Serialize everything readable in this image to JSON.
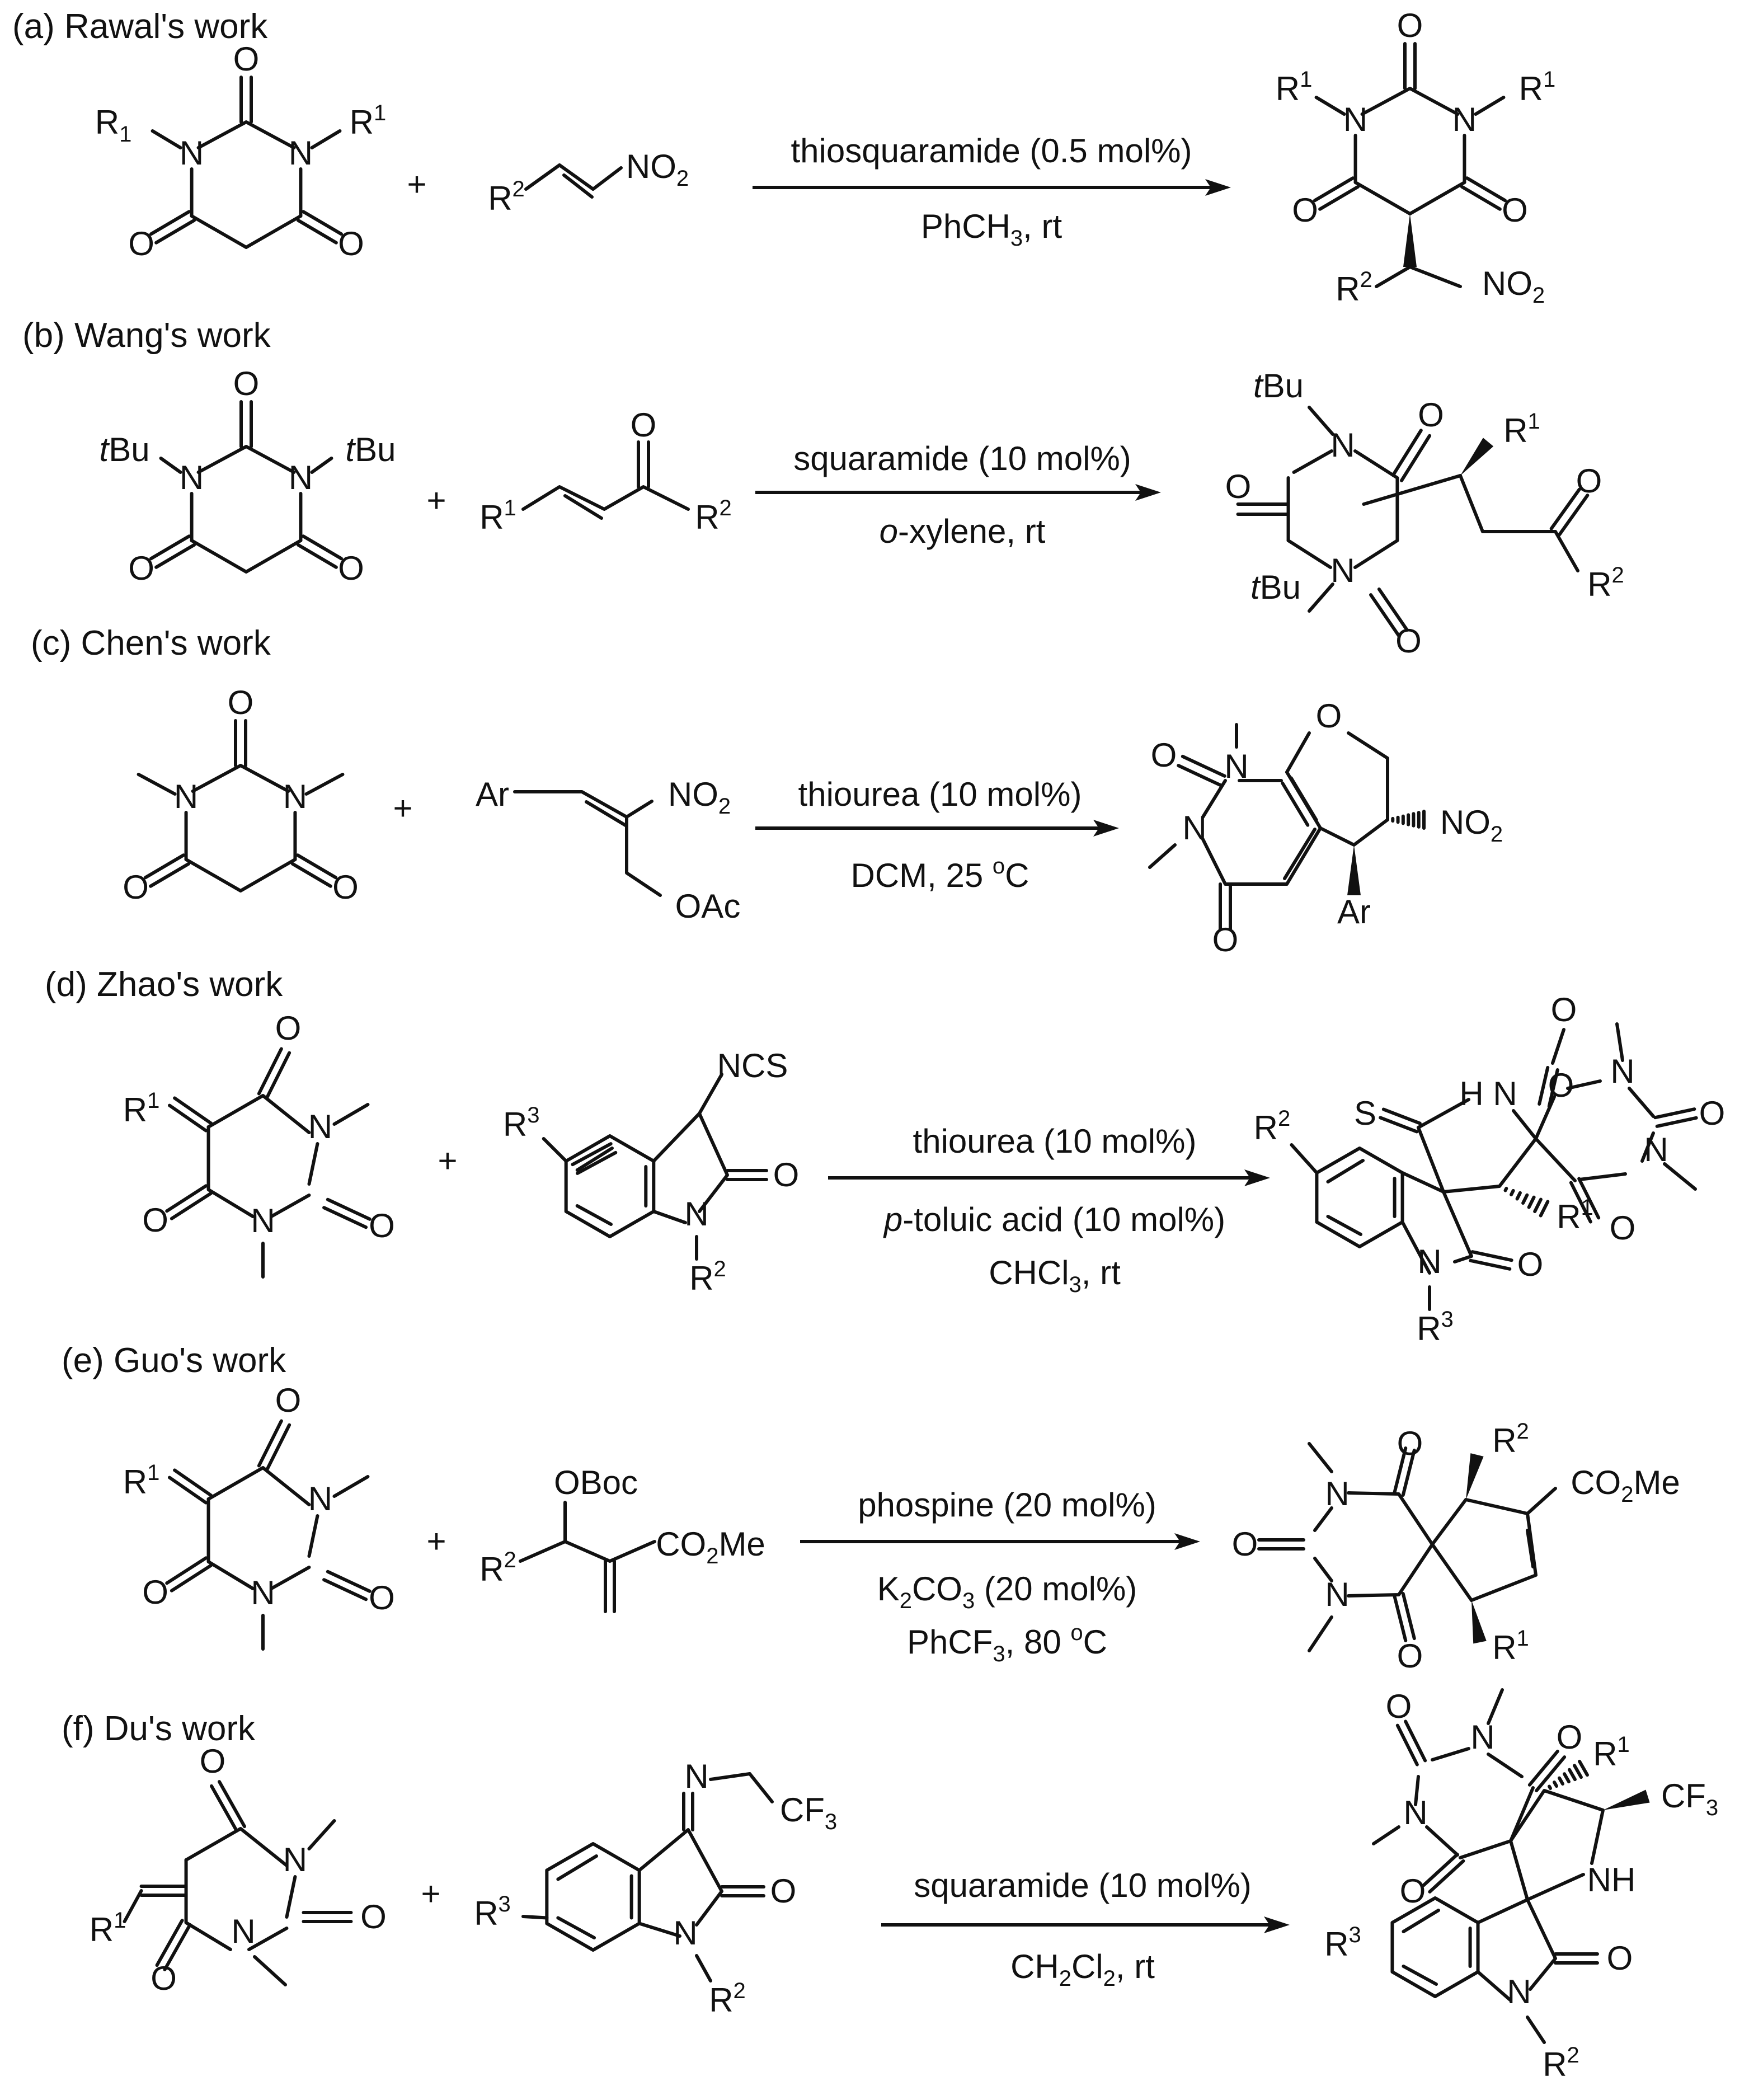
{
  "panels": [
    {
      "label": "(a) Rawal's work",
      "cond_top": "thiosquaramide (0.5 mol%)",
      "cond_bottom": [
        "PhCH",
        "3",
        ", rt"
      ]
    },
    {
      "label": "(b) Wang's work",
      "cond_top": "squaramide (10 mol%)",
      "cond_bottom": [
        "o",
        "-xylene, rt"
      ]
    },
    {
      "label": "(c) Chen's work",
      "cond_top": "thiourea (10 mol%)",
      "cond_bottom": [
        "DCM, 25 ",
        "o",
        "C"
      ]
    },
    {
      "label": "(d) Zhao's work",
      "cond_top": "thiourea (10 mol%)",
      "cond_mid": [
        "p",
        "-toluic acid (10 mol%)"
      ],
      "cond_bottom": [
        "CHCl",
        "3",
        ", rt"
      ]
    },
    {
      "label": "(e) Guo's work",
      "cond_top": "phospine (20 mol%)",
      "cond_mid": [
        "K",
        "2",
        "CO",
        "3",
        " (20 mol%)"
      ],
      "cond_bottom": [
        "PhCF",
        "3",
        ", 80 ",
        "o",
        "C"
      ]
    },
    {
      "label": "(f) Du's work",
      "cond_top": "squaramide (10 mol%)",
      "cond_bottom": [
        "CH",
        "2",
        "Cl",
        "2",
        ", rt"
      ]
    }
  ],
  "plus": "+",
  "atoms": {
    "O": "O",
    "N": "N",
    "S": "S",
    "NH": "NH",
    "HN": "H N",
    "R": "R",
    "one": "1",
    "two": "2",
    "three": "3",
    "NO": "NO",
    "NCS": "NCS",
    "OAc": "OAc",
    "OBoc": "OBoc",
    "CO": "CO",
    "Me": "Me",
    "CF": "CF",
    "Ar": "Ar",
    "t": "t",
    "Bu": "Bu"
  }
}
